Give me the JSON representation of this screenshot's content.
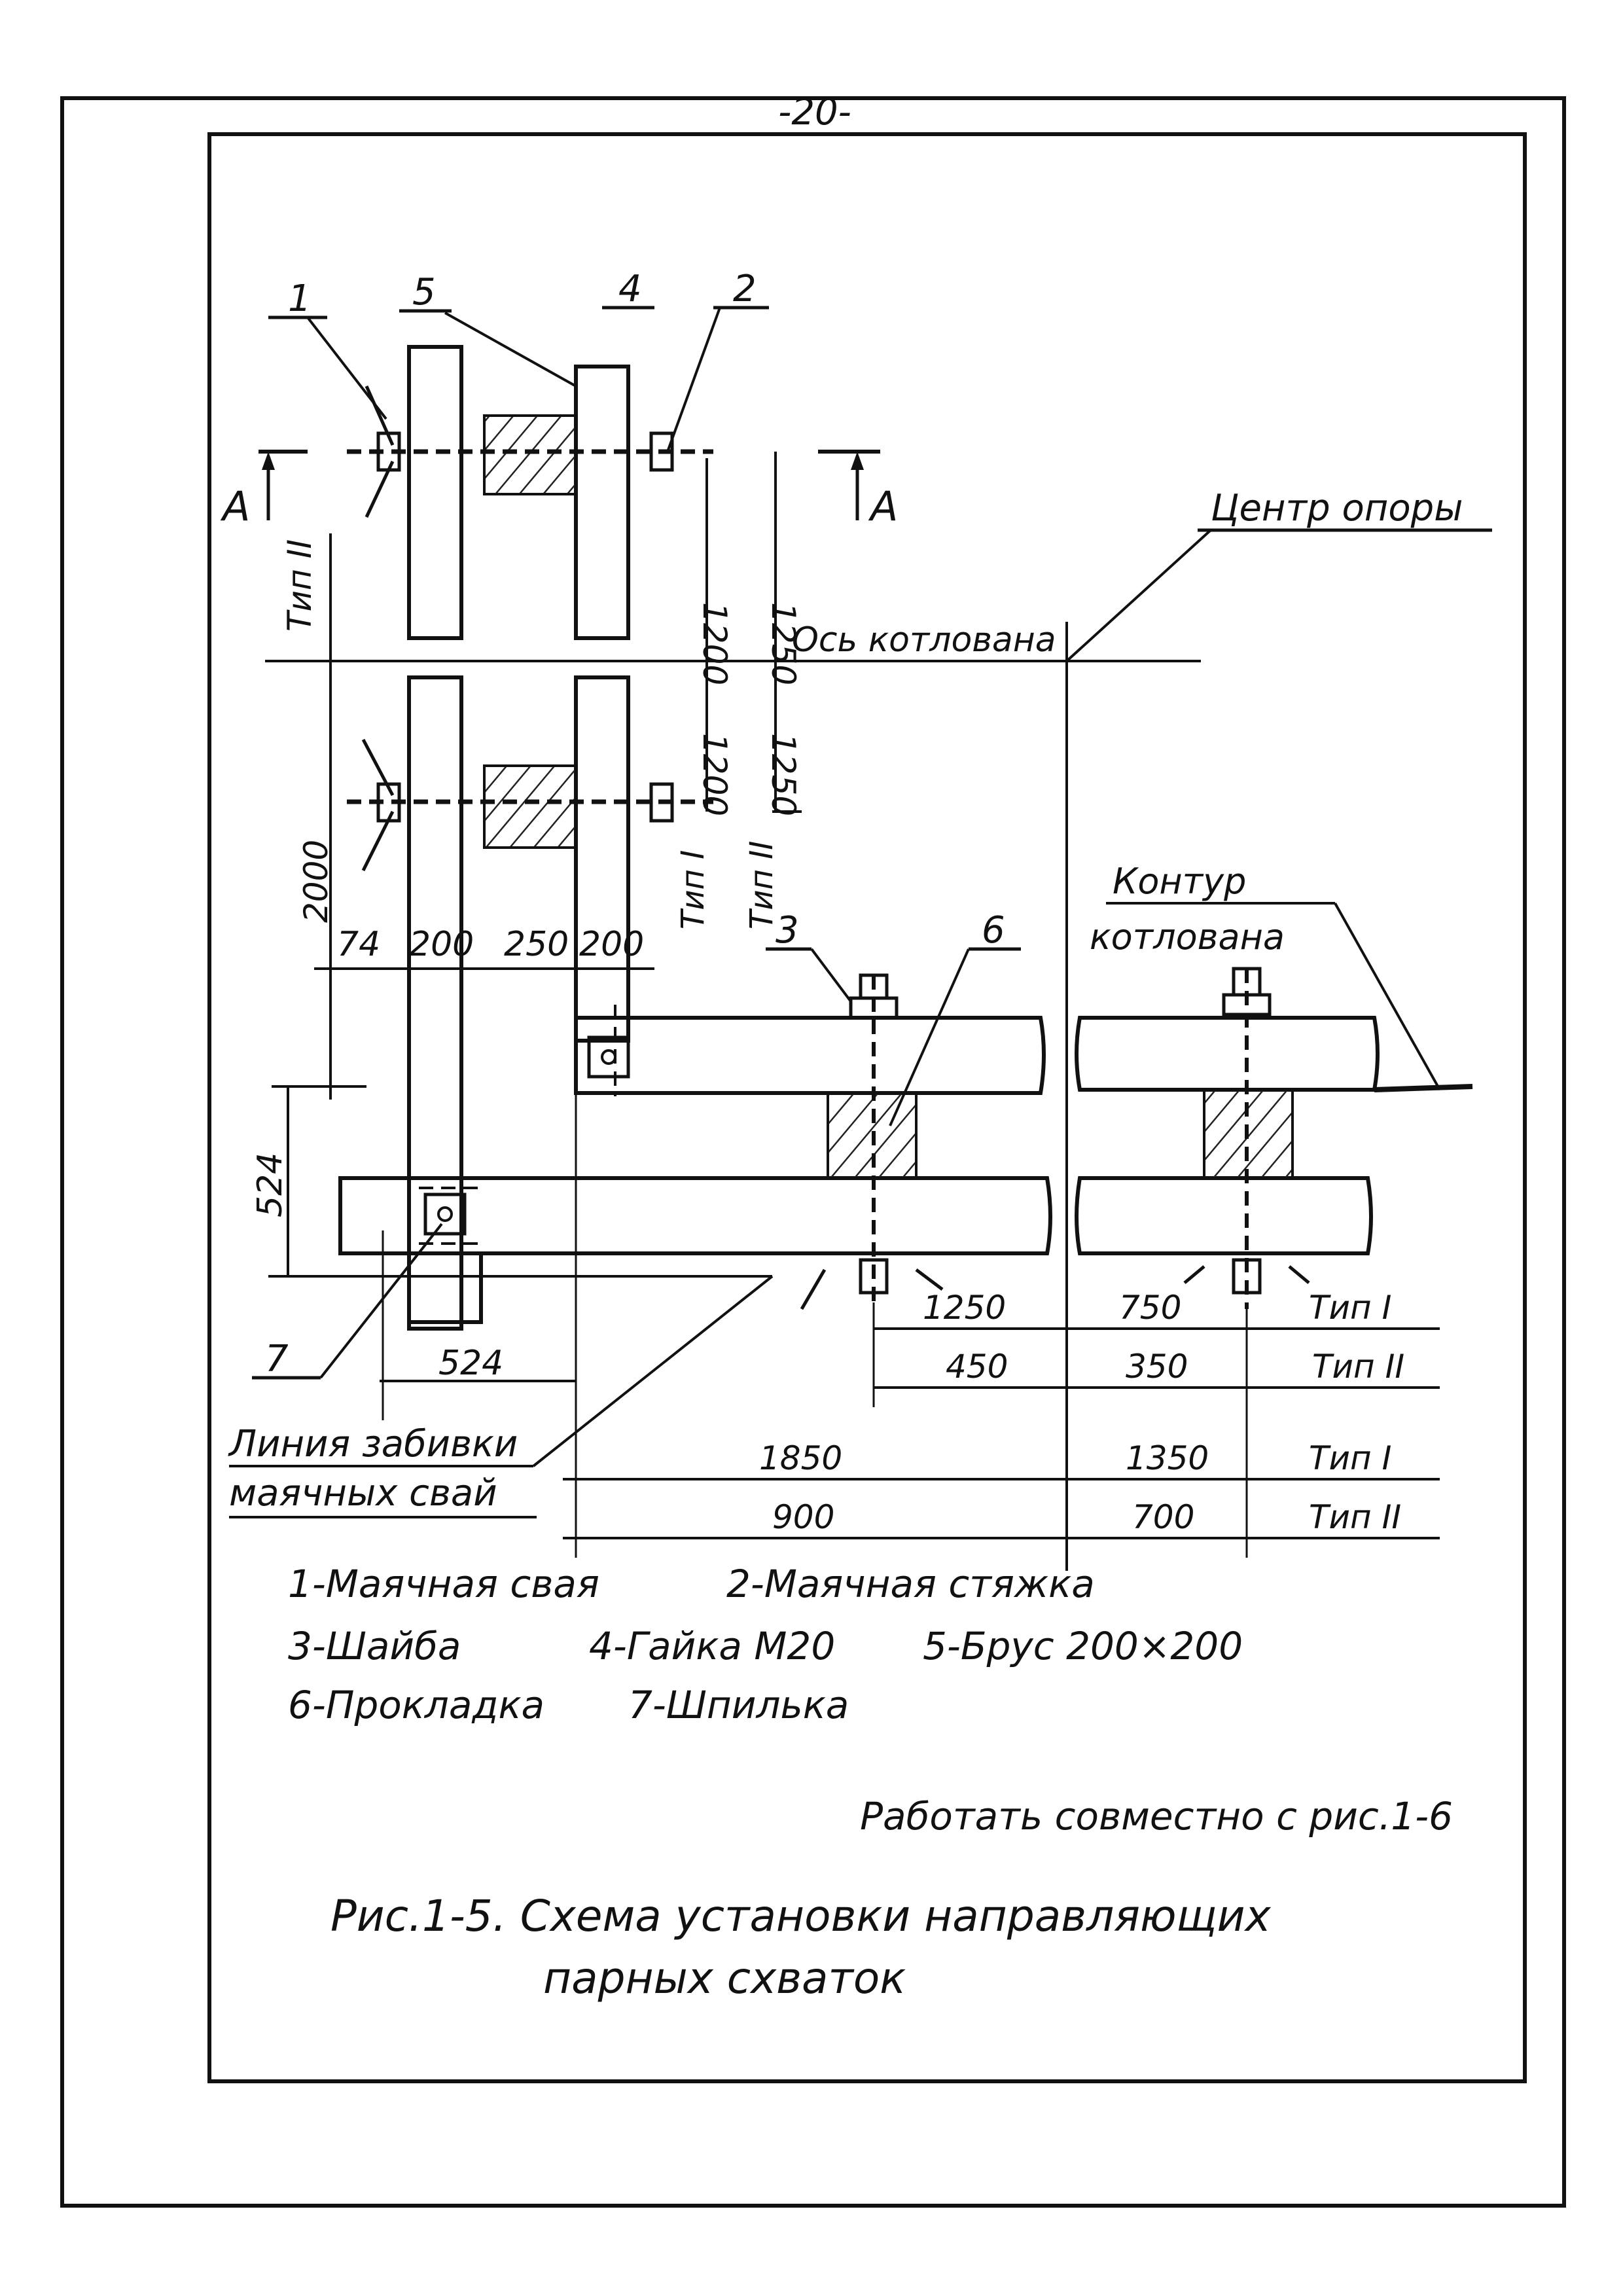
{
  "page": {
    "number": "-20-"
  },
  "drawing": {
    "callouts": [
      "1",
      "5",
      "4",
      "2",
      "3",
      "6",
      "7"
    ],
    "section_mark": "A",
    "center_label": "Центр опоры",
    "axis_label": "Ось котлована",
    "contour_label_line1": "Контур",
    "contour_label_line2": "котлована",
    "type_I": "Тип I",
    "type_II": "Тип II",
    "dims": {
      "d1200_top": "1200",
      "d1250_top": "1250",
      "d1200_mid": "1200",
      "d1250_mid": "1250",
      "d2000": "2000",
      "d74": "74",
      "d200": "200",
      "d250": "250",
      "d200b": "200",
      "d524_v": "524",
      "d524_h": "524",
      "d1250_h": "1250",
      "d750": "750",
      "d450": "450",
      "d350": "350",
      "d1850": "1850",
      "d1350": "1350",
      "d900": "900",
      "d700": "700"
    },
    "line_label_1": "Линия забивки",
    "line_label_2": "маячных свай"
  },
  "legend": {
    "line1a": "1-Маячная свая",
    "line1b": "2-Маячная стяжка",
    "line2a": "3-Шайба",
    "line2b": "4-Гайка М20",
    "line2c": "5-Брус 200×200",
    "line3a": "6-Прокладка",
    "line3b": "7-Шпилька"
  },
  "note": "Работать совместно с рис.1-6",
  "caption": {
    "line1": "Рис.1-5. Схема установки направляющих",
    "line2": "парных схваток"
  }
}
